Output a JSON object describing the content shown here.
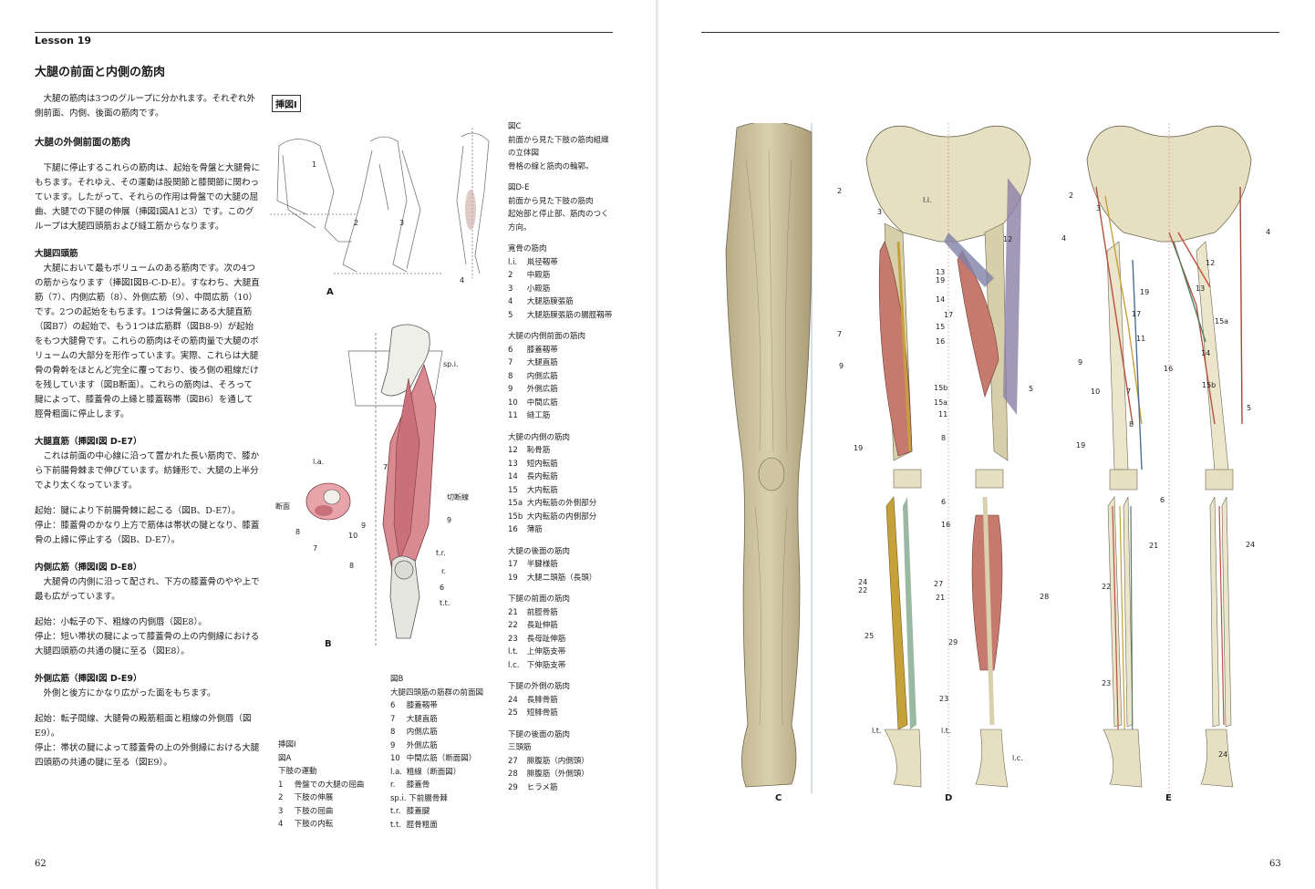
{
  "left": {
    "lesson": "Lesson 19",
    "title": "大腿の前面と内側の筋肉",
    "intro": [
      "大腿の筋肉は3つのグループに分かれます。それぞれ外側前面、内側、後面の筋肉です。"
    ],
    "section1_heading": "大腿の外側前面の筋肉",
    "section1_text": "下腿に停止するこれらの筋肉は、起始を骨盤と大腿骨にもちます。それゆえ、その運動は股関節と膝関節に関わっています。したがって、それらの作用は骨盤での大腿の屈曲、大腿での下腿の伸展（挿図Ⅰ図A1と3）です。このグループは大腿四頭筋および縫工筋からなります。",
    "quad_heading": "大腿四頭筋",
    "quad_text": "大腿において最もボリュームのある筋肉です。次の4つの筋からなります（挿図Ⅰ図B-C-D-E）。すなわち、大腿直筋（7）、内側広筋（8）、外側広筋（9）、中間広筋（10）です。2つの起始をもちます。1つは骨盤にある大腿直筋（図B7）の起始で、もう1つは広筋群（図B8-9）が起始をもつ大腿骨です。これらの筋肉はその筋肉量で大腿のボリュームの大部分を形作っています。実際、これらは大腿骨の骨幹をほとんど完全に覆っており、後ろ側の粗線だけを残しています（図B断面）。これらの筋肉は、そろって腱によって、膝蓋骨の上縁と膝蓋靱帯（図B6）を通して脛骨粗面に停止します。",
    "rf_heading": "大腿直筋（挿図Ⅰ図 D-E7）",
    "rf_text": "これは前面の中心線に沿って置かれた長い筋肉で、膝から下前腸骨棘まで伸びています。紡錘形で、大腿の上半分でより太くなっています。",
    "rf_origin": "起始：腱により下前腸骨棘に起こる（図B、D-E7）。",
    "rf_insertion": "停止：膝蓋骨のかなり上方で筋体は帯状の腱となり、膝蓋骨の上縁に停止する（図B、D-E7）。",
    "vm_heading": "内側広筋（挿図Ⅰ図 D-E8）",
    "vm_text": "大腿骨の内側に沿って配され、下方の膝蓋骨のやや上で最も広がっています。",
    "vm_origin": "起始：小転子の下、粗線の内側唇（図E8）。",
    "vm_insertion": "停止：短い帯状の腱によって膝蓋骨の上の内側縁における大腿四頭筋の共通の腱に至る（図E8）。",
    "vl_heading": "外側広筋（挿図Ⅰ図 D-E9）",
    "vl_text": "外側と後方にかなり広がった面をもちます。",
    "vl_origin": "起始：転子間線、大腿骨の殿筋粗面と粗線の外側唇（図E9）。",
    "vl_insertion": "停止：帯状の腱によって膝蓋骨の上の外側縁における大腿四頭筋の共通の腱に至る（図E9）。",
    "page_number": "62",
    "fig_tag": "挿図I",
    "fig_A_label": "A",
    "fig_B_label": "B",
    "figA_nums": [
      "1",
      "2",
      "3",
      "4"
    ],
    "figB_labels": {
      "spi": "sp.i.",
      "n7": "7",
      "cut": "切断線",
      "n9": "9",
      "tr": "t.r.",
      "r": "r.",
      "n6": "6",
      "tt": "t.t.",
      "n8": "8",
      "la": "l.a.",
      "section": "断面",
      "s8": "8",
      "s7": "7",
      "s10": "10",
      "s9": "9"
    },
    "caption_A": {
      "title": [
        "挿図Ⅰ",
        "図A",
        "下肢の運動"
      ],
      "items": [
        {
          "n": "1",
          "t": "骨盤での大腿の屈曲"
        },
        {
          "n": "2",
          "t": "下肢の伸展"
        },
        {
          "n": "3",
          "t": "下肢の屈曲"
        },
        {
          "n": "4",
          "t": "下肢の内転"
        }
      ]
    },
    "caption_B": {
      "title": [
        "図B",
        "大腿四頭筋の筋群の前面図"
      ],
      "items": [
        {
          "n": "6",
          "t": "膝蓋靱帯"
        },
        {
          "n": "7",
          "t": "大腿直筋"
        },
        {
          "n": "8",
          "t": "内側広筋"
        },
        {
          "n": "9",
          "t": "外側広筋"
        },
        {
          "n": "10",
          "t": "中間広筋（断面図）"
        },
        {
          "n": "l.a.",
          "t": "粗線（断面図）"
        },
        {
          "n": "r.",
          "t": "膝蓋骨"
        },
        {
          "n": "sp.i.",
          "t": "下前腸骨棘"
        },
        {
          "n": "t.r.",
          "t": "膝蓋腱"
        },
        {
          "n": "t.t.",
          "t": "脛骨粗面"
        }
      ]
    },
    "caption_right": {
      "blocks": [
        {
          "head": [
            "図C",
            "前面から見た下肢の筋肉組織",
            "の立体図",
            "骨格の線と筋肉の輪郭。"
          ],
          "items": []
        },
        {
          "head": [
            "図D-E",
            "前面から見た下肢の筋肉",
            "起始部と停止部、筋肉のつく",
            "方向。"
          ],
          "items": []
        },
        {
          "head": [
            "寛骨の筋肉"
          ],
          "items": [
            {
              "n": "l.i.",
              "t": "鼡径靱帯"
            },
            {
              "n": "2",
              "t": "中殿筋"
            },
            {
              "n": "3",
              "t": "小殿筋"
            },
            {
              "n": "4",
              "t": "大腿筋膜張筋"
            },
            {
              "n": "5",
              "t": "大腿筋膜張筋の腸脛靱帯"
            }
          ]
        },
        {
          "head": [
            "大腿の内側前面の筋肉"
          ],
          "items": [
            {
              "n": "6",
              "t": "膝蓋靱帯"
            },
            {
              "n": "7",
              "t": "大腿直筋"
            },
            {
              "n": "8",
              "t": "内側広筋"
            },
            {
              "n": "9",
              "t": "外側広筋"
            },
            {
              "n": "10",
              "t": "中間広筋"
            },
            {
              "n": "11",
              "t": "縫工筋"
            }
          ]
        },
        {
          "head": [
            "大腿の内側の筋肉"
          ],
          "items": [
            {
              "n": "12",
              "t": "恥骨筋"
            },
            {
              "n": "13",
              "t": "短内転筋"
            },
            {
              "n": "14",
              "t": "長内転筋"
            },
            {
              "n": "15",
              "t": "大内転筋"
            },
            {
              "n": "15a",
              "t": "大内転筋の外側部分"
            },
            {
              "n": "15b",
              "t": "大内転筋の内側部分"
            },
            {
              "n": "16",
              "t": "薄筋"
            }
          ]
        },
        {
          "head": [
            "大腿の後面の筋肉"
          ],
          "items": [
            {
              "n": "17",
              "t": "半腱様筋"
            },
            {
              "n": "19",
              "t": "大腿二頭筋（長頭）"
            }
          ]
        },
        {
          "head": [
            "下腿の前面の筋肉"
          ],
          "items": [
            {
              "n": "21",
              "t": "前脛骨筋"
            },
            {
              "n": "22",
              "t": "長趾伸筋"
            },
            {
              "n": "23",
              "t": "長母趾伸筋"
            },
            {
              "n": "l.t.",
              "t": "上伸筋支帯"
            },
            {
              "n": "l.c.",
              "t": "下伸筋支帯"
            }
          ]
        },
        {
          "head": [
            "下腿の外側の筋肉"
          ],
          "items": [
            {
              "n": "24",
              "t": "長腓骨筋"
            },
            {
              "n": "25",
              "t": "短腓骨筋"
            }
          ]
        },
        {
          "head": [
            "下腿の後面の筋肉",
            "三頭筋"
          ],
          "items": [
            {
              "n": "27",
              "t": "腓腹筋（内側頭）"
            },
            {
              "n": "28",
              "t": "腓腹筋（外側頭）"
            },
            {
              "n": "29",
              "t": "ヒラメ筋"
            }
          ]
        }
      ]
    }
  },
  "right": {
    "page_number": "63",
    "fig_C_label": "C",
    "fig_D_label": "D",
    "fig_E_label": "E",
    "d_labels": [
      "2",
      "3",
      "l.i.",
      "12",
      "4",
      "13",
      "19",
      "14",
      "17",
      "15",
      "16",
      "7",
      "9",
      "15b",
      "15a",
      "11",
      "5",
      "8",
      "19",
      "6",
      "16",
      "24",
      "22",
      "27",
      "21",
      "28",
      "25",
      "29",
      "23",
      "l.t.",
      "l.t.",
      "l.c."
    ],
    "e_labels": [
      "2",
      "3",
      "4",
      "12",
      "13",
      "19",
      "15a",
      "17",
      "11",
      "14",
      "16",
      "15b",
      "9",
      "10",
      "7",
      "5",
      "8",
      "19",
      "6",
      "21",
      "24",
      "22",
      "23",
      "24"
    ]
  }
}
